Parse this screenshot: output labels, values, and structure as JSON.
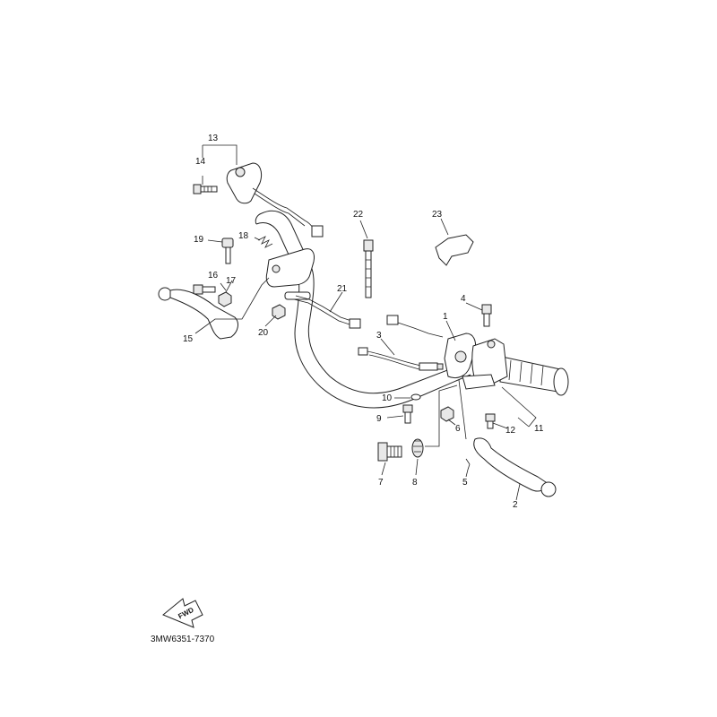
{
  "diagram": {
    "catalog_code": "3MW6351-7370",
    "fwd_label": "FWD",
    "parts": [
      {
        "id": "p1",
        "label": "1"
      },
      {
        "id": "p2",
        "label": "2"
      },
      {
        "id": "p3",
        "label": "3"
      },
      {
        "id": "p4",
        "label": "4"
      },
      {
        "id": "p5",
        "label": "5"
      },
      {
        "id": "p6",
        "label": "6"
      },
      {
        "id": "p7",
        "label": "7"
      },
      {
        "id": "p8",
        "label": "8"
      },
      {
        "id": "p9",
        "label": "9"
      },
      {
        "id": "p10",
        "label": "10"
      },
      {
        "id": "p11",
        "label": "11"
      },
      {
        "id": "p12",
        "label": "12"
      },
      {
        "id": "p13",
        "label": "13"
      },
      {
        "id": "p14",
        "label": "14"
      },
      {
        "id": "p15",
        "label": "15"
      },
      {
        "id": "p16",
        "label": "16"
      },
      {
        "id": "p17",
        "label": "17"
      },
      {
        "id": "p18",
        "label": "18"
      },
      {
        "id": "p19",
        "label": "19"
      },
      {
        "id": "p20",
        "label": "20"
      },
      {
        "id": "p21",
        "label": "21"
      },
      {
        "id": "p22",
        "label": "22"
      },
      {
        "id": "p23",
        "label": "23"
      }
    ]
  }
}
